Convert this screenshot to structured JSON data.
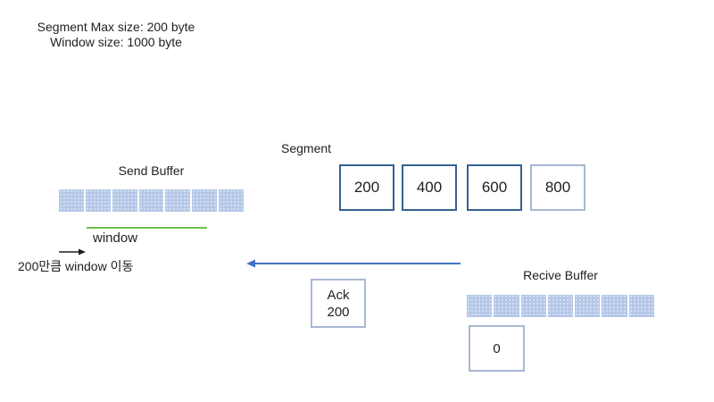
{
  "header": {
    "line1": "Segment Max size: 200 byte",
    "line2": "Window size: 1000 byte"
  },
  "send_buffer": {
    "label": "Send Buffer",
    "cell_count": 7,
    "window_label": "window",
    "move_note": "200만큼 window 이동"
  },
  "segment": {
    "label": "Segment",
    "boxes": [
      {
        "value": "200"
      },
      {
        "value": "400"
      },
      {
        "value": "600"
      },
      {
        "value": "800"
      }
    ]
  },
  "ack_box": {
    "line1": "Ack",
    "line2": "200"
  },
  "receive_buffer": {
    "label": "Recive Buffer",
    "cell_count": 7,
    "expected_box": "0"
  },
  "colors": {
    "cell_fill": "#b4c7e7",
    "cell_dot": "#dce5f4",
    "segment_border": "#35618f",
    "light_border": "#a9b7d3",
    "arrow_blue": "#4472c4",
    "window_green": "#6fbf4b",
    "text": "#1f1f1f"
  }
}
